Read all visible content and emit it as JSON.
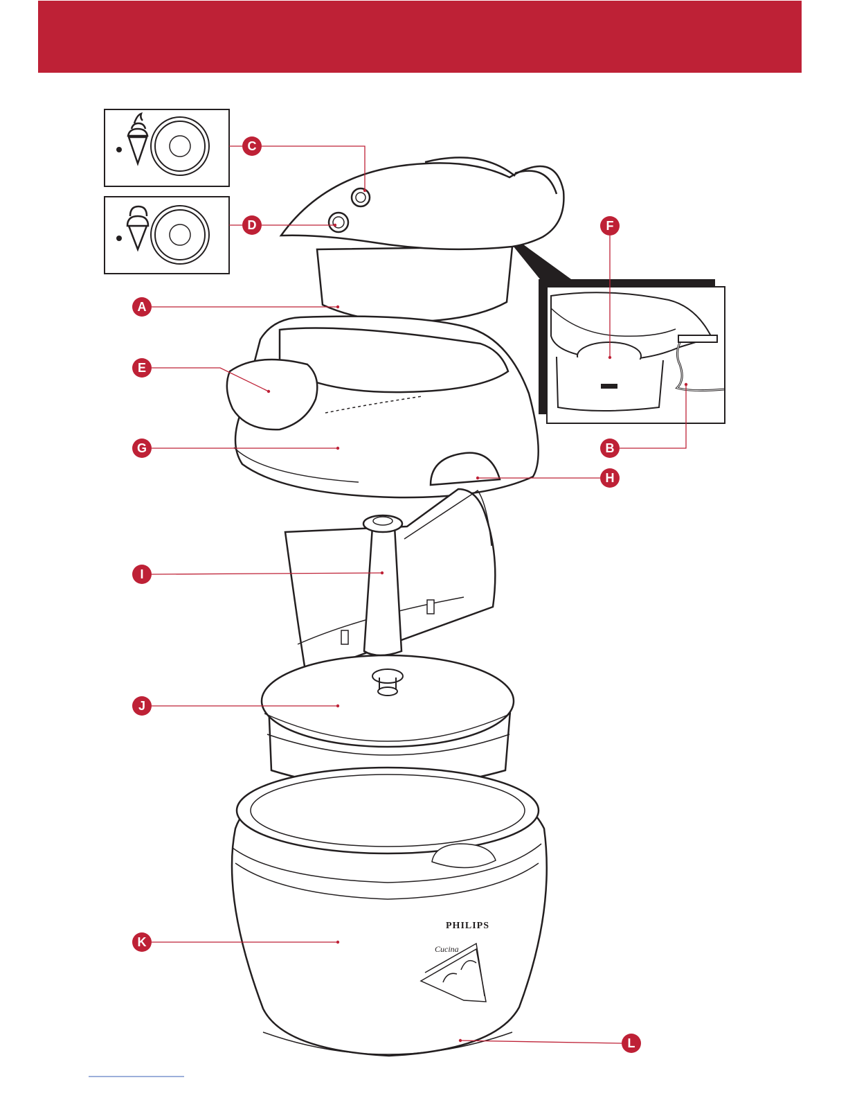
{
  "colors": {
    "header": "#be2136",
    "badge": "#be2136",
    "leader": "#be2136",
    "outline": "#231f20",
    "inset_frame": "#231f20"
  },
  "header": {
    "title": ""
  },
  "diagram": {
    "parts": [
      {
        "id": "A",
        "label": "A"
      },
      {
        "id": "B",
        "label": "B"
      },
      {
        "id": "C",
        "label": "C"
      },
      {
        "id": "D",
        "label": "D"
      },
      {
        "id": "E",
        "label": "E"
      },
      {
        "id": "F",
        "label": "F"
      },
      {
        "id": "G",
        "label": "G"
      },
      {
        "id": "H",
        "label": "H"
      },
      {
        "id": "I",
        "label": "I"
      },
      {
        "id": "J",
        "label": "J"
      },
      {
        "id": "K",
        "label": "K"
      },
      {
        "id": "L",
        "label": "L"
      }
    ],
    "icons": {
      "soft_serve": "soft-ice-cone-icon",
      "scoop": "ice-cream-scoop-cone-icon"
    }
  },
  "branding": {
    "logo": "PHILIPS",
    "product_script": "Cucina"
  }
}
